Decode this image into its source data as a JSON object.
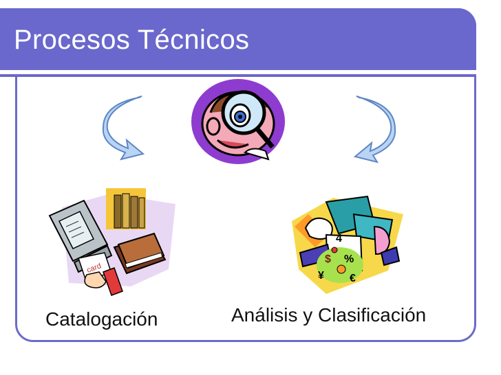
{
  "slide": {
    "title": "Procesos Técnicos",
    "captions": {
      "left": "Catalogación",
      "right": "Análisis y Clasificación"
    },
    "clipart": {
      "center_icon": "magnifying-glass-person-icon",
      "left_arrow": "curved-arrow-left-icon",
      "right_arrow": "curved-arrow-right-icon",
      "left_image": "computer-books-card-clipart",
      "right_image": "book-currency-symbols-clipart",
      "card_text": "card"
    },
    "colors": {
      "title_bar": "#6a68cc",
      "frame_border": "#6a6acb",
      "arrow_fill": "#b9d4f4"
    }
  }
}
